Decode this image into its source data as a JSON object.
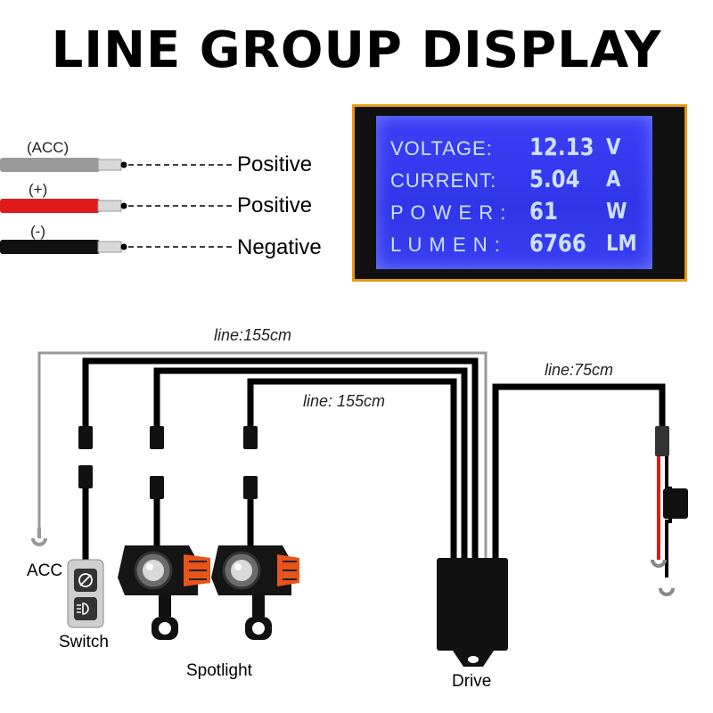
{
  "title": "LINE GROUP DISPLAY",
  "wires": [
    {
      "label": "(ACC)",
      "terminal": "Positive",
      "color": "#9a9a9a"
    },
    {
      "label": "(+)",
      "terminal": "Positive",
      "color": "#e01a1a"
    },
    {
      "label": "(-)",
      "terminal": "Negative",
      "color": "#111111"
    }
  ],
  "display": {
    "rows": [
      {
        "key": "VOLTAGE:",
        "value": "12.13",
        "unit": "V"
      },
      {
        "key": "CURRENT:",
        "value": "5.04",
        "unit": "A"
      },
      {
        "key": "P O W E R :",
        "value": "61",
        "unit": "W"
      },
      {
        "key": "L U M E N :",
        "value": "6766",
        "unit": "LM"
      }
    ],
    "frame_color": "#e59a10",
    "screen_color": "#3238ec"
  },
  "diagram": {
    "line_top": "line:155cm",
    "line_mid": "line: 155cm",
    "line_right": "line:75cm",
    "acc": "ACC",
    "switch": "Switch",
    "spotlight": "Spotlight",
    "drive": "Drive"
  }
}
